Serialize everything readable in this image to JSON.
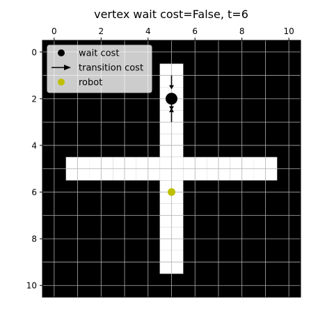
{
  "chart_data": {
    "type": "heatmap",
    "title": "vertex wait cost=False, t=6",
    "xlabel": "",
    "ylabel": "",
    "xlim": [
      -0.5,
      10.5
    ],
    "ylim": [
      10.5,
      -0.5
    ],
    "x_ticks": [
      0,
      2,
      4,
      6,
      8,
      10
    ],
    "y_ticks": [
      0,
      2,
      4,
      6,
      8,
      10
    ],
    "x_axis_position": "top",
    "grid": true,
    "grid_color": "#b0b0b0",
    "grid_rows": 11,
    "grid_cols": 11,
    "free_cells": [
      [
        5,
        1
      ],
      [
        5,
        2
      ],
      [
        5,
        3
      ],
      [
        5,
        4
      ],
      [
        1,
        5
      ],
      [
        2,
        5
      ],
      [
        3,
        5
      ],
      [
        4,
        5
      ],
      [
        5,
        5
      ],
      [
        6,
        5
      ],
      [
        7,
        5
      ],
      [
        8,
        5
      ],
      [
        9,
        5
      ],
      [
        5,
        6
      ],
      [
        5,
        7
      ],
      [
        5,
        8
      ],
      [
        5,
        9
      ]
    ],
    "free_color": "#ffffff",
    "obstacle_color": "#000000",
    "wait_cost": {
      "x": 5,
      "y": 2,
      "color": "#000000"
    },
    "transitions": [
      {
        "x_from": 5,
        "y_from": 1.0,
        "x_to": 5,
        "y_to": 1.6
      },
      {
        "x_from": 5,
        "y_from": 2.2,
        "x_to": 5,
        "y_to": 2.5
      },
      {
        "x_from": 5,
        "y_from": 3.0,
        "x_to": 5,
        "y_to": 2.4
      }
    ],
    "robot": {
      "x": 5,
      "y": 6,
      "color": "#bfbf00"
    },
    "legend": {
      "placement": "top-left",
      "entries": [
        {
          "label": "wait cost",
          "marker": "circle",
          "color": "#000000"
        },
        {
          "label": "transition cost",
          "marker": "arrow",
          "color": "#000000"
        },
        {
          "label": "robot",
          "marker": "circle",
          "color": "#bfbf00"
        }
      ]
    }
  }
}
